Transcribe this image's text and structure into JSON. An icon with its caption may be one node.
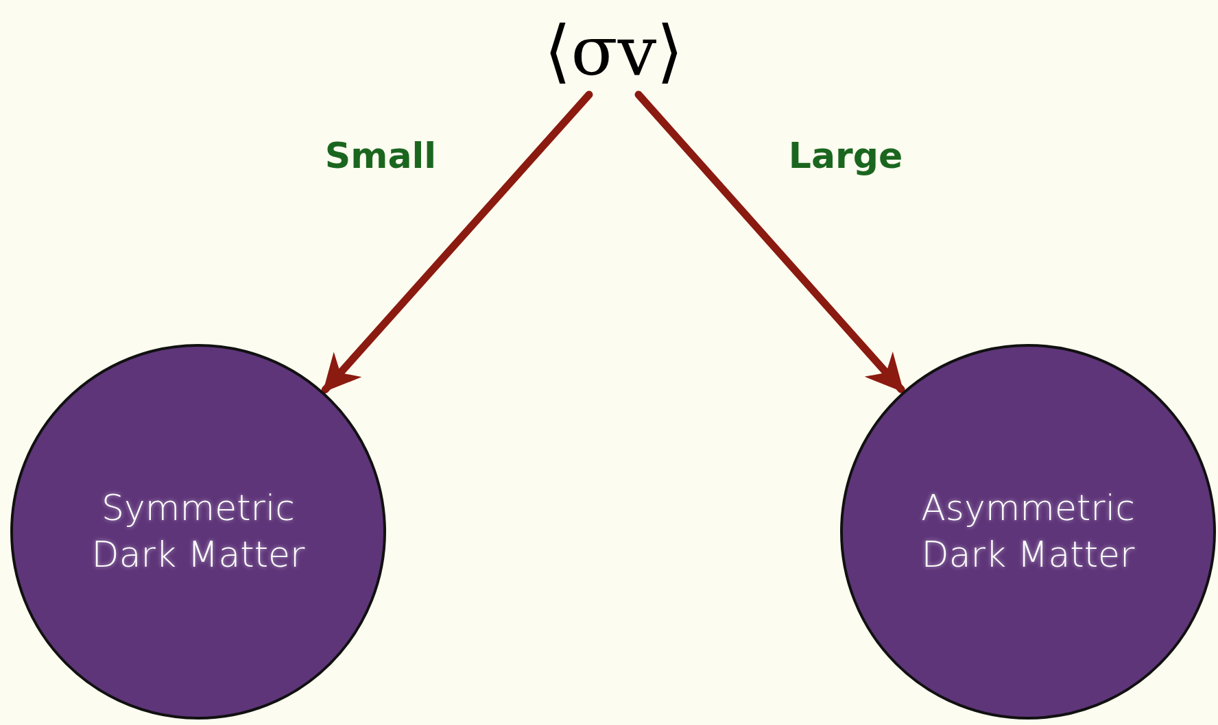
{
  "diagram": {
    "nodes": [
      {
        "text": [
          "⟨σv⟩"
        ]
      },
      {
        "text": [
          "Symmetric Dark Matter"
        ]
      },
      {
        "text": [
          "Asymmetric Dark Matter"
        ]
      }
    ],
    "edges": [
      {
        "from": 0,
        "to": 1,
        "arrow": "to",
        "label": "Small"
      },
      {
        "from": 0,
        "to": 2,
        "arrow": "to",
        "label": "Large"
      }
    ]
  }
}
